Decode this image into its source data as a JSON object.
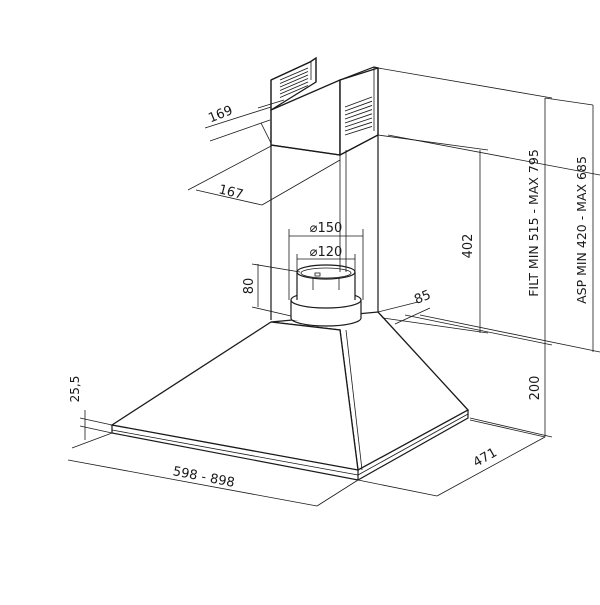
{
  "diagram": {
    "dimensions": {
      "chimney_depth": "169",
      "chimney_width": "167",
      "outlet_outer": "150",
      "outlet_inner": "120",
      "outlet_height": "80",
      "chimney_lower": "402",
      "filt_range": "FILT MIN 515 - MAX 795",
      "asp_range": "ASP MIN 420 - MAX 685",
      "chimney_offset": "85",
      "hood_height": "200",
      "hood_depth": "471",
      "hood_width": "598 - 898",
      "edge_thickness": "25,5"
    },
    "diameter_symbol": "⌀"
  }
}
